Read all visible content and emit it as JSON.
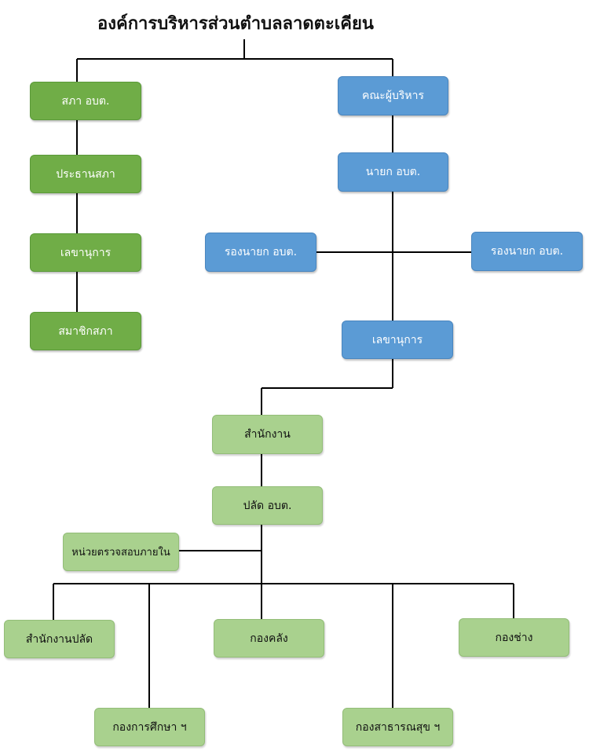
{
  "title": "องค์การบริหารส่วนตำบลลาดตะเคียน",
  "council": {
    "council": "สภา อบต.",
    "chairman": "ประธานสภา",
    "secretary": "เลขานุการ",
    "members": "สมาชิกสภา"
  },
  "executive": {
    "board": "คณะผู้บริหาร",
    "mayor": "นายก อบต.",
    "deputy_left": "รองนายก อบต.",
    "deputy_right": "รองนายก อบต.",
    "secretary": "เลขานุการ"
  },
  "administration": {
    "office": "สำนักงาน",
    "clerk": "ปลัด อบต.",
    "internal_audit": "หน่วยตรวจสอบภายใน",
    "departments": {
      "clerk_office": "สำนักงานปลัด",
      "education": "กองการศึกษา ฯ",
      "finance": "กองคลัง",
      "public_health": "กองสาธารณสุข ฯ",
      "engineering": "กองช่าง"
    }
  },
  "colors": {
    "dark_green": "#70ad47",
    "blue": "#5b9bd5",
    "light_green": "#a9d18e",
    "connector": "#000000"
  }
}
